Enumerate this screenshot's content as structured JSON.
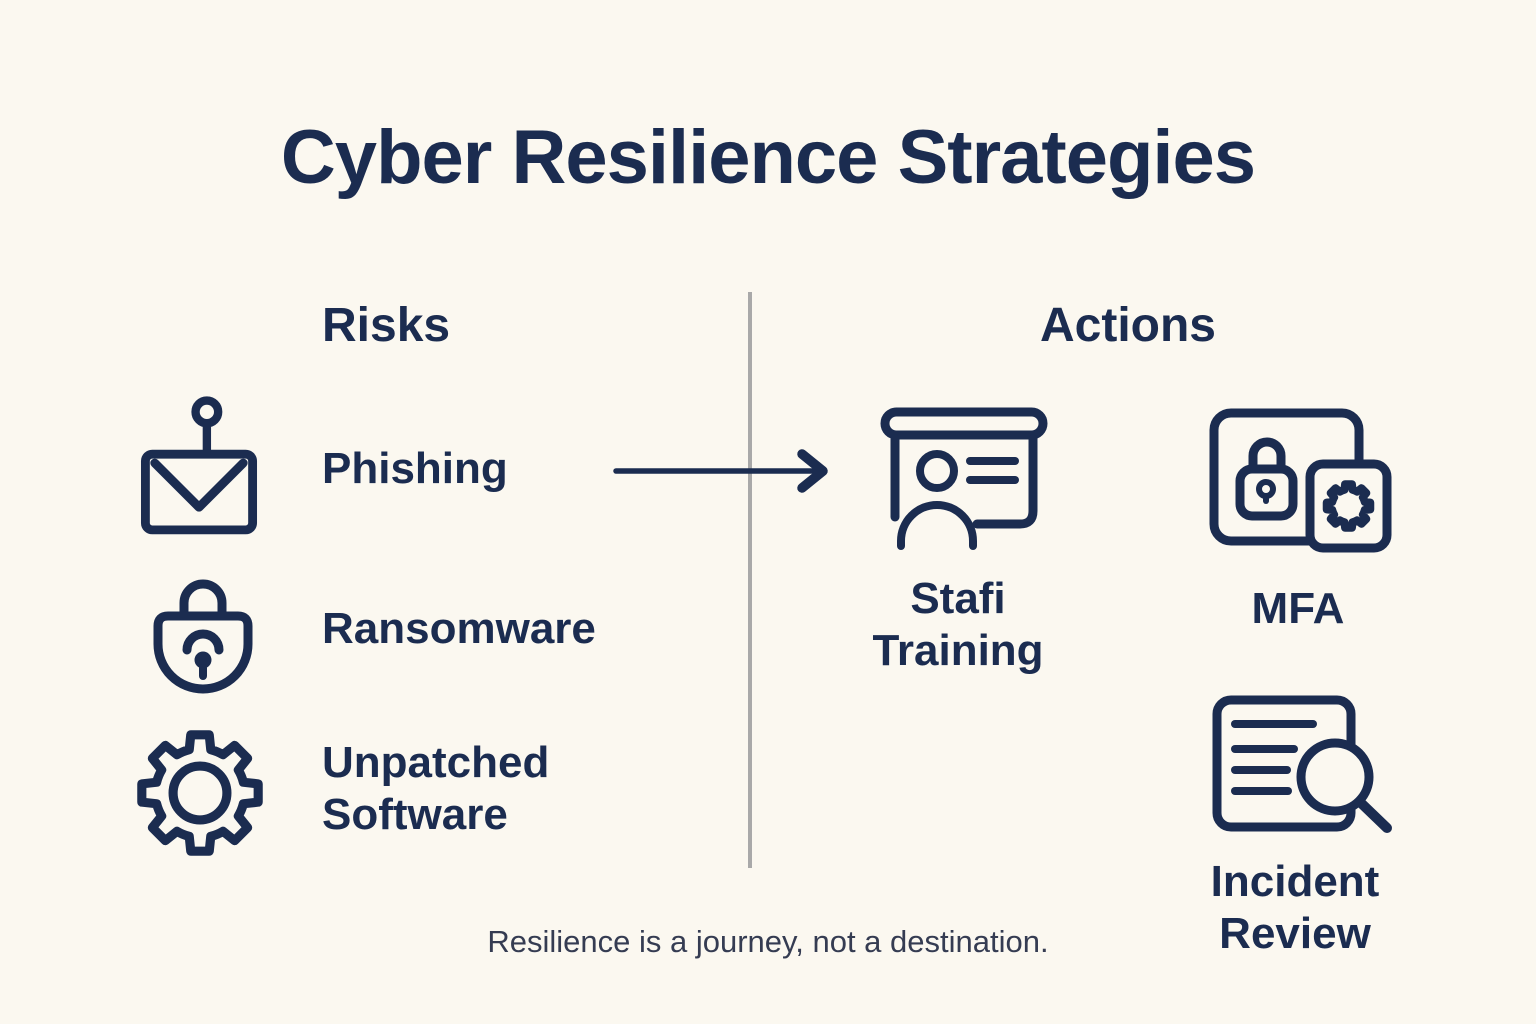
{
  "title": "Cyber Resilience Strategies",
  "risks": {
    "header": "Risks",
    "items": [
      {
        "label": "Phishing",
        "icon": "phishing-email-hook-icon"
      },
      {
        "label": "Ransomware",
        "icon": "padlock-icon"
      },
      {
        "label": "Unpatched Software",
        "icon": "gear-icon"
      }
    ]
  },
  "actions": {
    "header": "Actions",
    "items": [
      {
        "label": "Stafi Training",
        "icon": "presentation-training-icon"
      },
      {
        "label": "MFA",
        "icon": "mfa-lock-gear-icon"
      },
      {
        "label": "Incident Review",
        "icon": "document-magnifier-icon"
      }
    ]
  },
  "footer": {
    "quote": "Resilience is a journey, not a destination."
  },
  "colors": {
    "navy": "#1b2c50",
    "background": "#fbf8f0",
    "divider": "#a9a9a9",
    "quote_text": "#353c52"
  }
}
